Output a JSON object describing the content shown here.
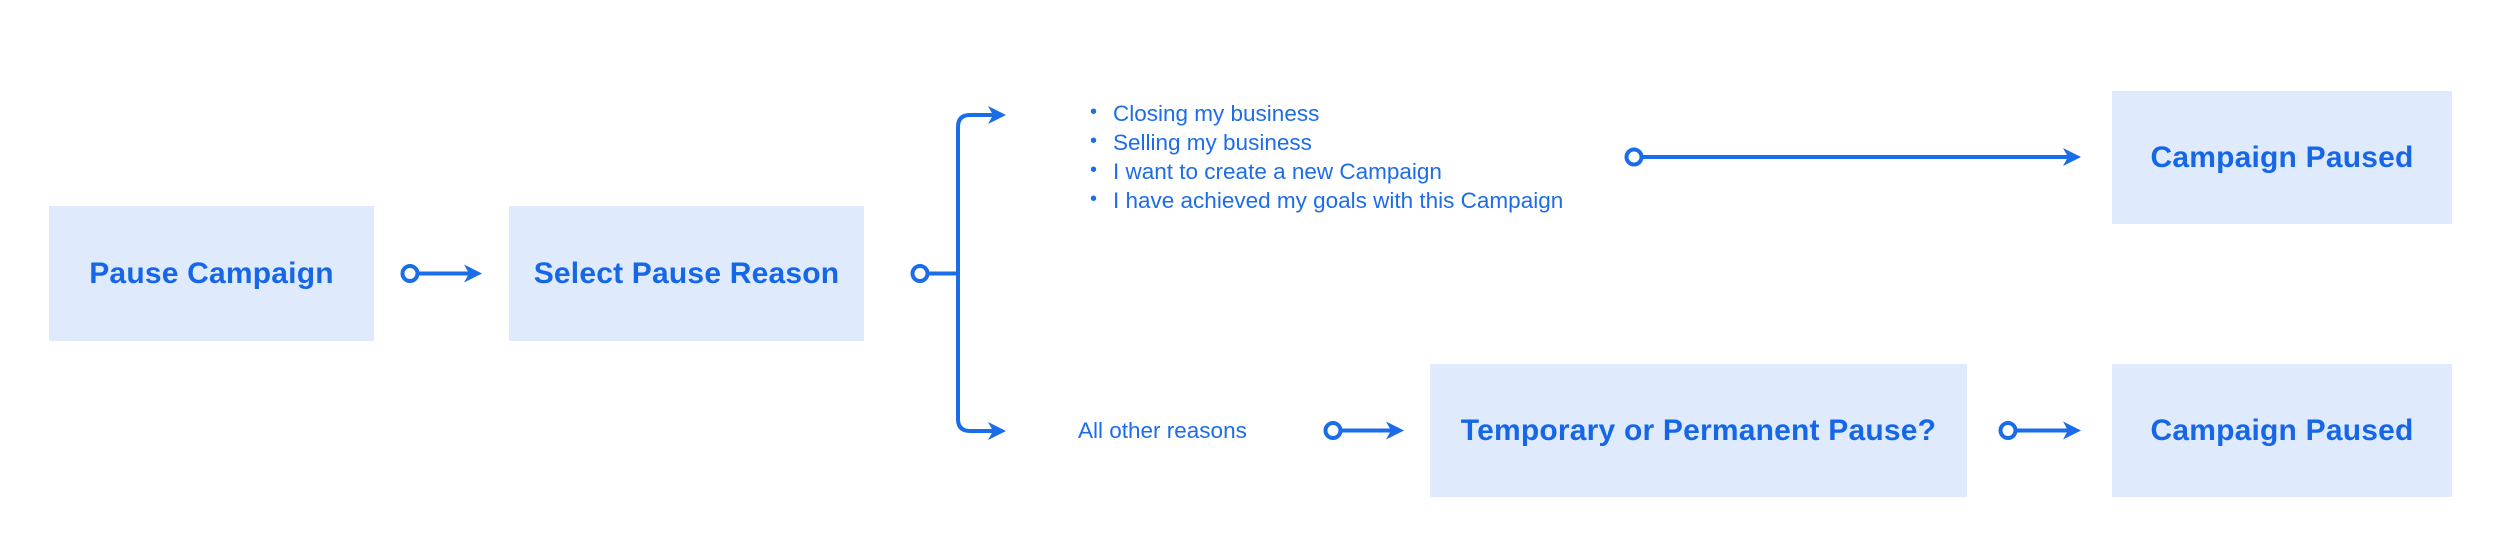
{
  "diagram": {
    "nodes": {
      "pause_campaign": {
        "label": "Pause Campaign"
      },
      "select_pause_reason": {
        "label": "Select Pause Reason"
      },
      "campaign_paused_top": {
        "label": "Campaign Paused"
      },
      "temporary_or_permanent_pause": {
        "label": "Temporary or Permanent Pause?"
      },
      "campaign_paused_bottom": {
        "label": "Campaign Paused"
      }
    },
    "closure_reasons": [
      "Closing my business",
      "Selling my business",
      "I want to create a new Campaign",
      "I have achieved my goals with this Campaign"
    ],
    "other_branch_label": "All other reasons",
    "colors": {
      "node_fill": "#dfeafc",
      "node_text": "#1667e8",
      "connector": "#1a6ce8",
      "list_text": "#1d6ce8"
    }
  }
}
